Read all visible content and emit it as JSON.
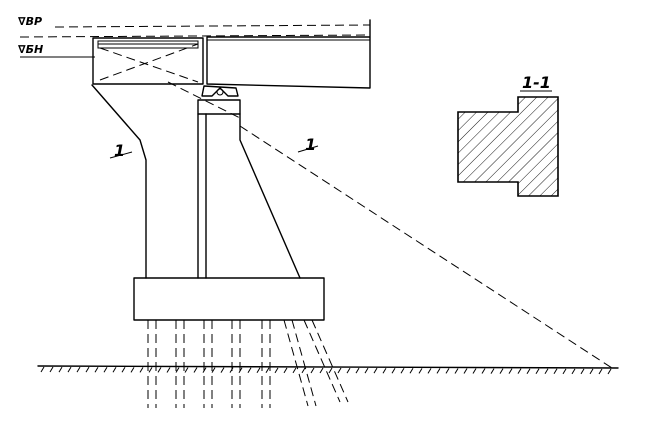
{
  "labels": {
    "level_top": "∇ВР",
    "level_bottom": "∇БН",
    "section_left": "1",
    "section_right": "1",
    "section_title": "1-1"
  },
  "colors": {
    "ink": "#000000",
    "paper": "#ffffff"
  }
}
